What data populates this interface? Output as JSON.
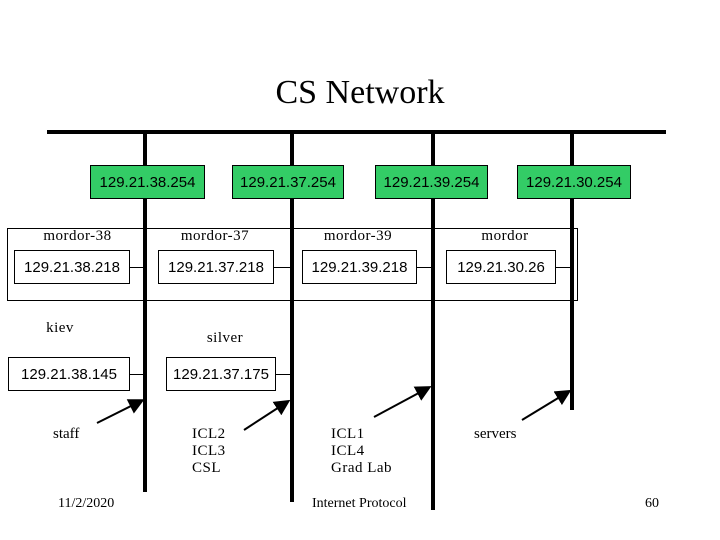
{
  "title": "CS Network",
  "routers": [
    "129.21.38.254",
    "129.21.37.254",
    "129.21.39.254",
    "129.21.30.254"
  ],
  "hosts": [
    {
      "name": "mordor-38",
      "ip": "129.21.38.218"
    },
    {
      "name": "mordor-37",
      "ip": "129.21.37.218"
    },
    {
      "name": "mordor-39",
      "ip": "129.21.39.218"
    },
    {
      "name": "mordor",
      "ip": "129.21.30.26"
    },
    {
      "name": "kiev",
      "ip": "129.21.38.145"
    },
    {
      "name": "silver",
      "ip": "129.21.37.175"
    }
  ],
  "subnet_labels": [
    {
      "lines": [
        "staff"
      ]
    },
    {
      "lines": [
        "ICL2",
        "ICL3",
        "CSL"
      ]
    },
    {
      "lines": [
        "ICL1",
        "ICL4",
        "Grad Lab"
      ]
    },
    {
      "lines": [
        "servers"
      ]
    }
  ],
  "footer": {
    "date": "11/2/2020",
    "center": "Internet Protocol",
    "page": "60"
  }
}
